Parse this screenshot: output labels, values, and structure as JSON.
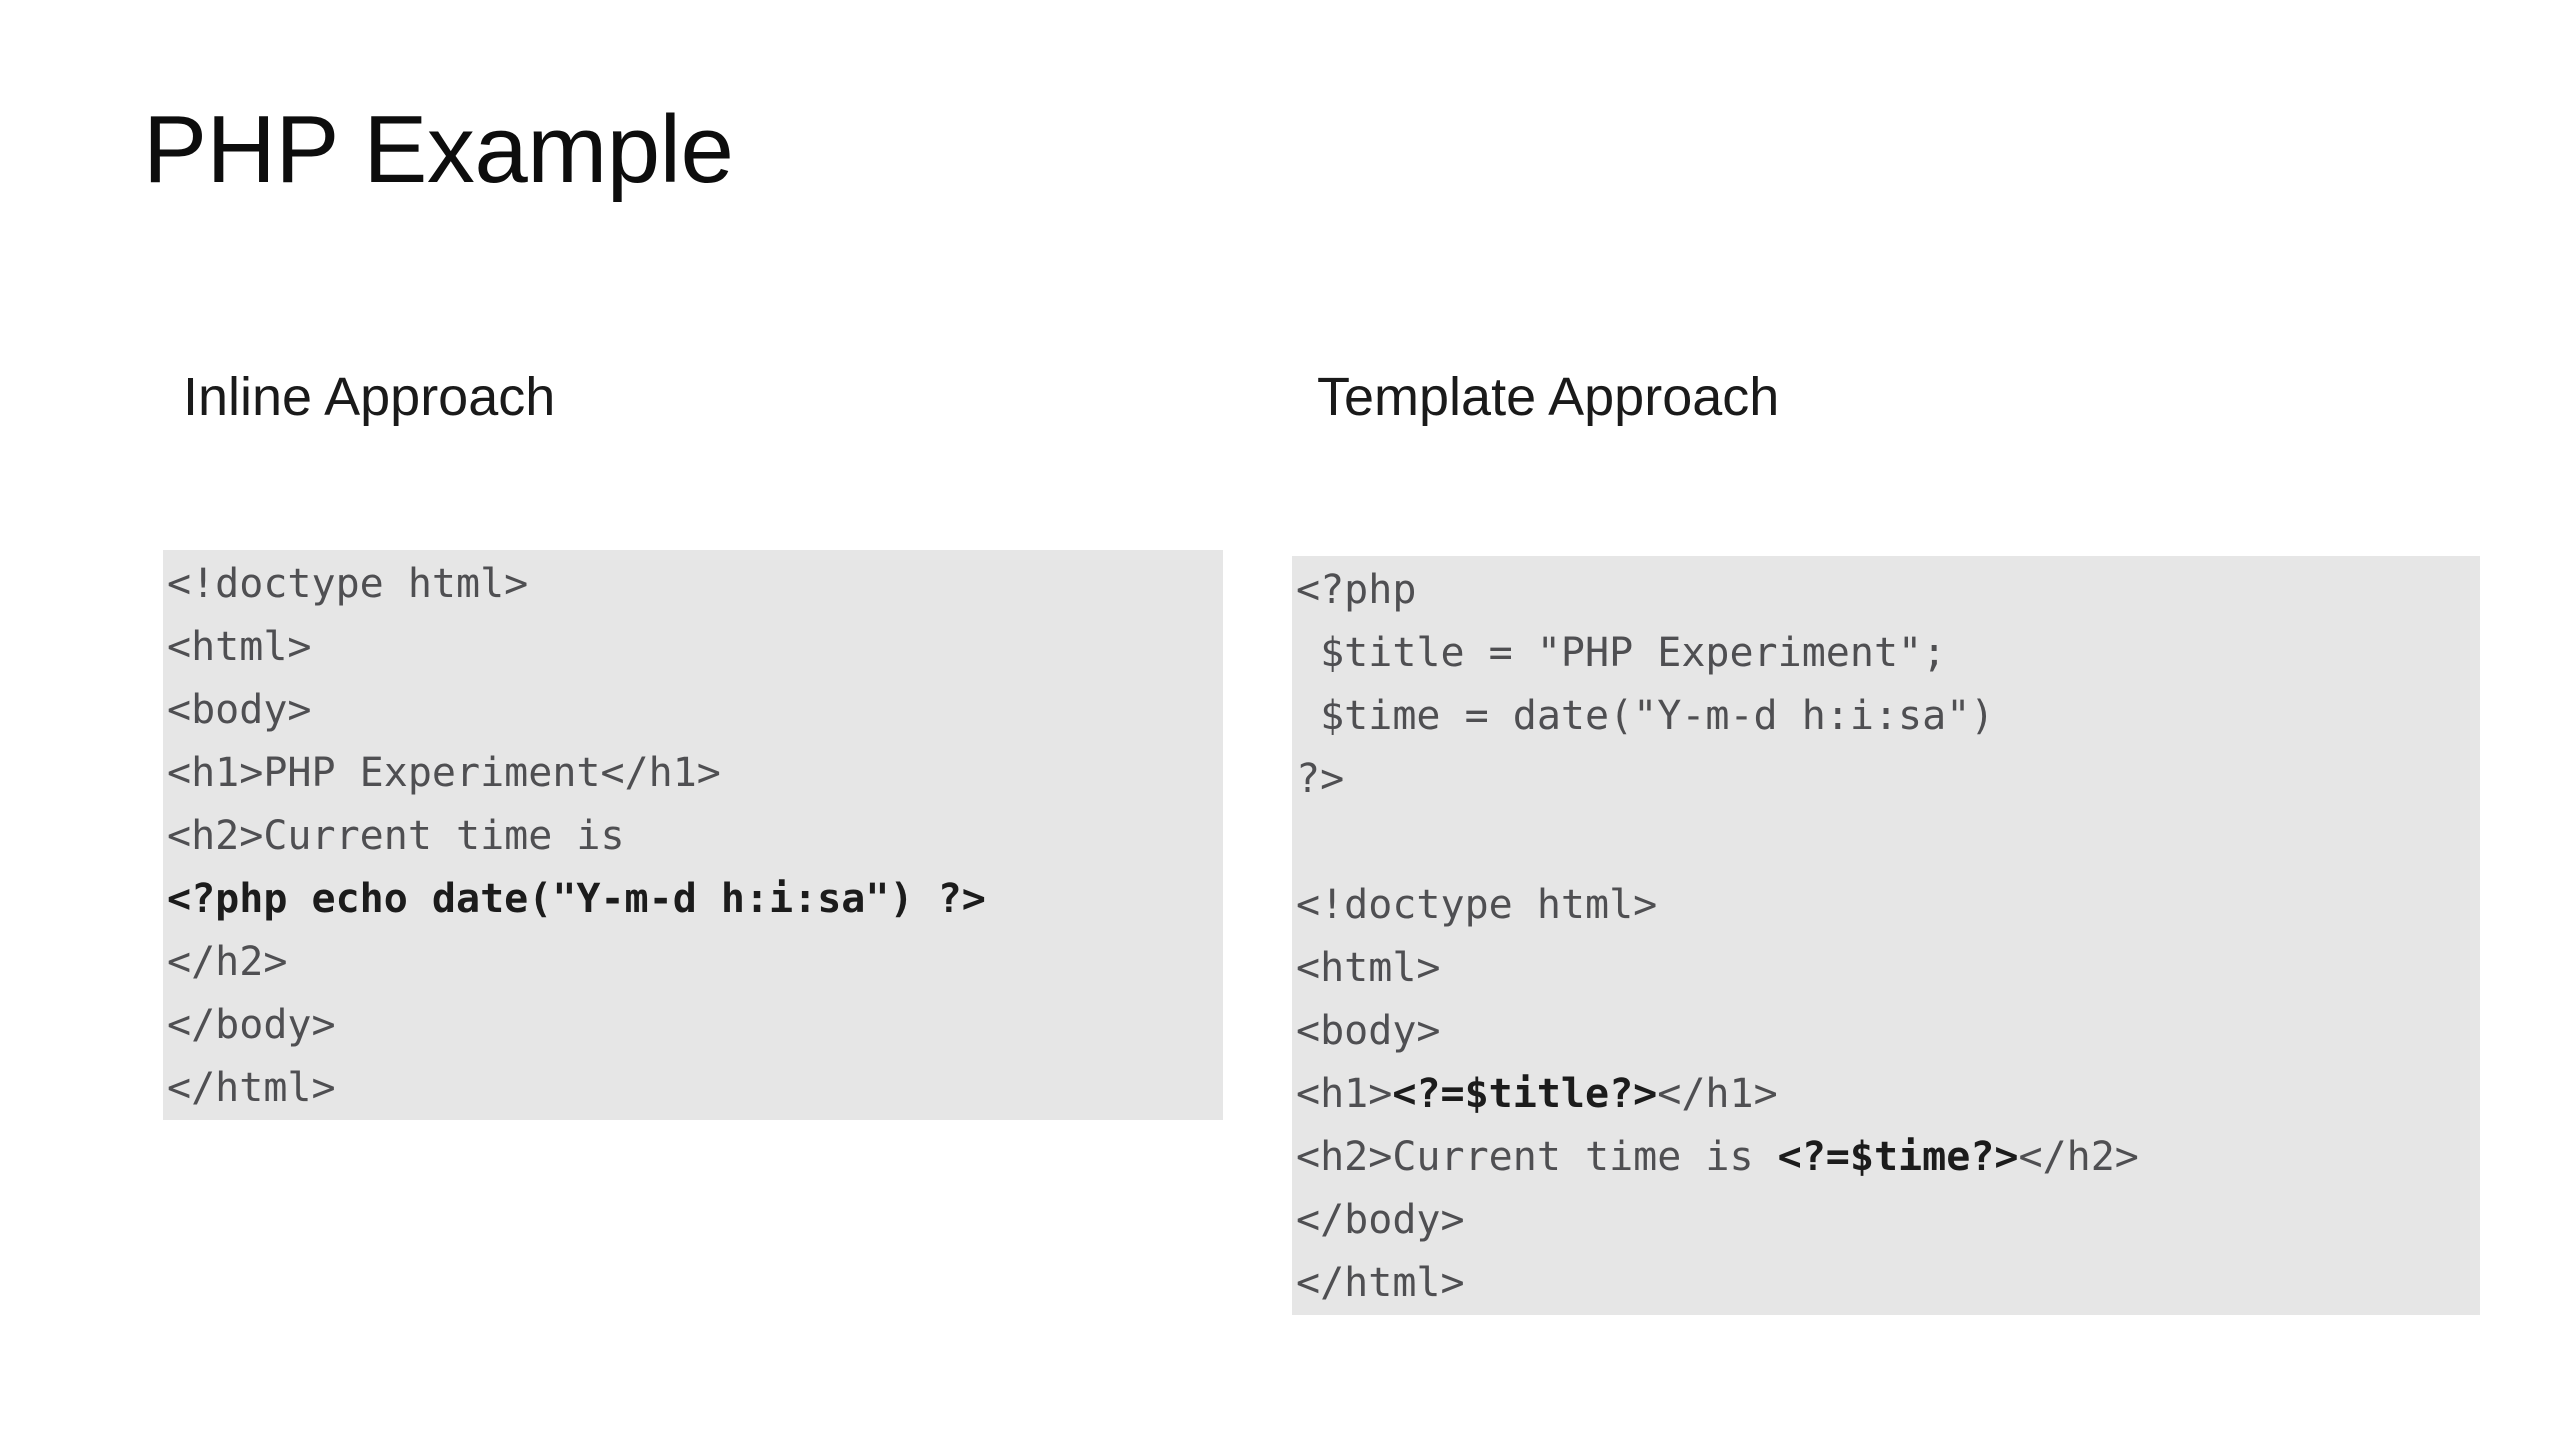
{
  "slide": {
    "title": "PHP Example",
    "background_color": "#ffffff",
    "title_color": "#0d0d0d",
    "code_background_color": "#e6e6e6",
    "code_text_color": "#4f4f52",
    "code_bold_color": "#1c1c1c"
  },
  "columns": [
    {
      "heading": "Inline Approach",
      "code_lines": [
        [
          {
            "text": "<!doctype html>",
            "bold": false
          }
        ],
        [
          {
            "text": "<html>",
            "bold": false
          }
        ],
        [
          {
            "text": "<body>",
            "bold": false
          }
        ],
        [
          {
            "text": "<h1>PHP Experiment</h1>",
            "bold": false
          }
        ],
        [
          {
            "text": "<h2>Current time is",
            "bold": false
          }
        ],
        [
          {
            "text": "<?php echo date(\"Y-m-d h:i:sa\") ?>",
            "bold": true
          }
        ],
        [
          {
            "text": "</h2>",
            "bold": false
          }
        ],
        [
          {
            "text": "</body>",
            "bold": false
          }
        ],
        [
          {
            "text": "</html>",
            "bold": false
          }
        ]
      ]
    },
    {
      "heading": "Template Approach",
      "code_lines": [
        [
          {
            "text": "<?php",
            "bold": false
          }
        ],
        [
          {
            "text": " $title = \"PHP Experiment\";",
            "bold": false
          }
        ],
        [
          {
            "text": " $time = date(\"Y-m-d h:i:sa\")",
            "bold": false
          }
        ],
        [
          {
            "text": "?>",
            "bold": false
          }
        ],
        [
          {
            "text": " ",
            "bold": false
          }
        ],
        [
          {
            "text": "<!doctype html>",
            "bold": false
          }
        ],
        [
          {
            "text": "<html>",
            "bold": false
          }
        ],
        [
          {
            "text": "<body>",
            "bold": false
          }
        ],
        [
          {
            "text": "<h1>",
            "bold": false
          },
          {
            "text": "<?=$title?>",
            "bold": true
          },
          {
            "text": "</h1>",
            "bold": false
          }
        ],
        [
          {
            "text": "<h2>Current time is ",
            "bold": false
          },
          {
            "text": "<?=$time?>",
            "bold": true
          },
          {
            "text": "</h2>",
            "bold": false
          }
        ],
        [
          {
            "text": "</body>",
            "bold": false
          }
        ],
        [
          {
            "text": "</html>",
            "bold": false
          }
        ]
      ]
    }
  ]
}
